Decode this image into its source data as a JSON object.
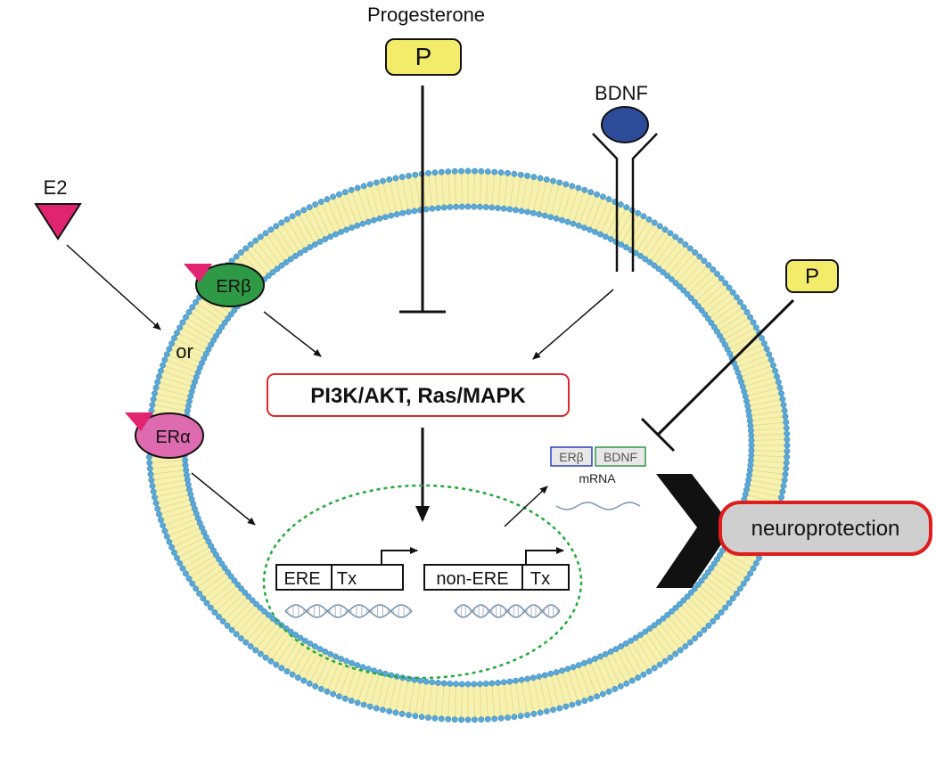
{
  "labels": {
    "progesterone": "Progesterone",
    "p_top": "P",
    "p_right": "P",
    "bdnf": "BDNF",
    "e2": "E2",
    "er_beta": "ERβ",
    "er_alpha": "ERα",
    "or": "or",
    "pathway": "PI3K/AKT, Ras/MAPK",
    "ere": "ERE",
    "tx1": "Tx",
    "non_ere": "non-ERE",
    "tx2": "Tx",
    "mrna_er_beta": "ERβ",
    "mrna_bdnf": "BDNF",
    "mrna": "mRNA",
    "neuroprotection": "neuroprotection"
  },
  "colors": {
    "membrane_fill": "#f7f1b0",
    "membrane_bead": "#5aa8d8",
    "p_box": "#f2ec6a",
    "bdnf_ball": "#2e4b9a",
    "e2_triangle": "#e0246f",
    "er_beta": "#2f9a45",
    "er_alpha": "#de6ab0",
    "pathway_border": "#e0262a",
    "nucleus_border": "#22aa3a",
    "neuro_border": "#e01c1c",
    "neuro_fill": "#cfcfcf",
    "dna": "#7a92b0"
  }
}
